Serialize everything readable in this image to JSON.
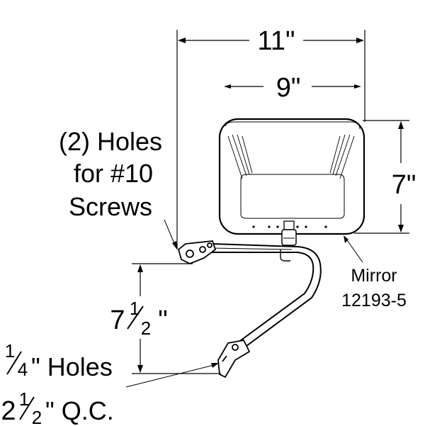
{
  "dimensions": {
    "overall_width": "11\"",
    "mirror_width": "9\"",
    "mirror_height": "7\"",
    "mount_spacing_whole": "7",
    "mount_spacing_num": "1",
    "mount_spacing_den": "2",
    "mount_spacing_unit": "\""
  },
  "labels": {
    "holes_line1": "(2) Holes",
    "holes_line2": "for #10",
    "holes_line3": "Screws",
    "mirror_line1": "Mirror",
    "mirror_line2": "12193-5",
    "qc_holes_num": "1",
    "qc_holes_den": "4",
    "qc_holes_text": "\" Holes",
    "qc_spacing_whole": "2",
    "qc_spacing_num": "1",
    "qc_spacing_den": "2",
    "qc_spacing_text": "\" Q.C."
  }
}
